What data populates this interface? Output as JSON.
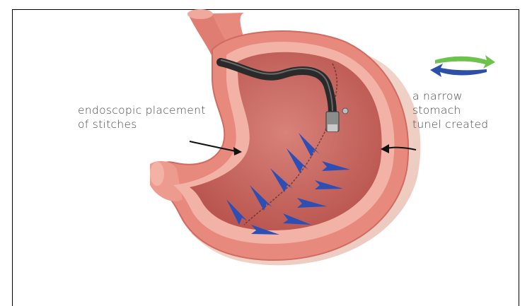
{
  "labels": {
    "stitches_line1": "endoscopic placement",
    "stitches_line2": "of stitches",
    "tunnel_line1": "a narrow",
    "tunnel_line2": "stomach",
    "tunnel_line3": "tunel created"
  },
  "colors": {
    "stomach_outer": "#e8897e",
    "stomach_wall": "#f2b3a6",
    "stomach_inner": "#cf6b63",
    "stitch_arrow": "#2b4fb5",
    "rotate_green": "#6cc24a",
    "rotate_blue": "#2d4fa8",
    "label_text": "#4a4a4a"
  },
  "icons": [
    "rotation-arrows-icon",
    "pointer-arrow-icon",
    "endoscope-icon",
    "stitch-arrow-icon"
  ]
}
